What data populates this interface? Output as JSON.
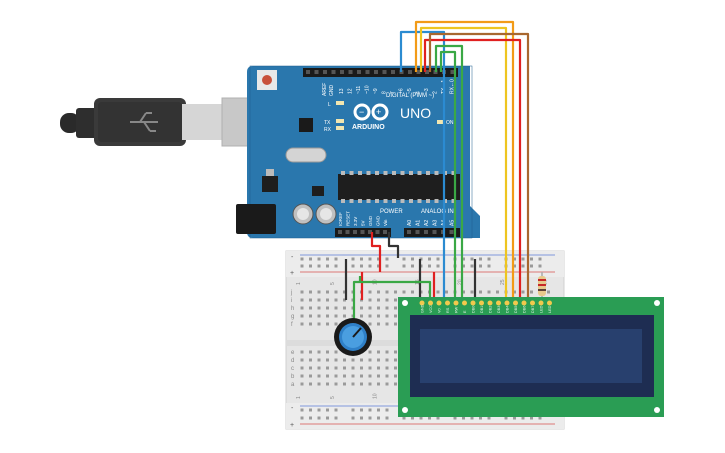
{
  "arduino": {
    "model": "UNO",
    "brand": "ARDUINO",
    "aref_label": "AREF",
    "gnd_label": "GND",
    "digital_pins": [
      "13",
      "12",
      "~11",
      "~10",
      "~9",
      "8",
      "7",
      "~6",
      "~5",
      "4",
      "~3",
      "2",
      "TX→1",
      "RX←0"
    ],
    "digital_label": "DIGITAL (PWM ~)",
    "power_label": "POWER",
    "power_pins": [
      "IOREF",
      "RESET",
      "3.3V",
      "5V",
      "GND",
      "GND",
      "Vin"
    ],
    "analog_label": "ANALOG IN",
    "analog_pins": [
      "A0",
      "A1",
      "A2",
      "A3",
      "A4",
      "A5"
    ],
    "led_labels": [
      "L",
      "TX",
      "RX"
    ],
    "on_label": "ON"
  },
  "breadboard": {
    "row_letters_top": [
      "j",
      "i",
      "h",
      "g",
      "f"
    ],
    "row_letters_bottom": [
      "e",
      "d",
      "c",
      "b",
      "a"
    ],
    "rail_plus": "+",
    "rail_minus": "-",
    "column_numbers": [
      "1",
      "5",
      "10",
      "15",
      "20",
      "25",
      "30"
    ]
  },
  "lcd": {
    "pin_labels": [
      "GND",
      "VCC",
      "V0",
      "RS",
      "RW",
      "E",
      "DB0",
      "DB1",
      "DB2",
      "DB3",
      "DB4",
      "DB5",
      "DB6",
      "DB7",
      "LED",
      "LED"
    ]
  },
  "colors": {
    "board": "#2a77ad",
    "lcd_pcb": "#2a9d54",
    "lcd_screen": "#253a66",
    "wire_red": "#e02020",
    "wire_black": "#333333",
    "wire_green": "#3aa845",
    "wire_blue": "#2b8bd1",
    "wire_orange": "#f29b17",
    "wire_yellow": "#eec520",
    "wire_brown": "#a8672f"
  }
}
